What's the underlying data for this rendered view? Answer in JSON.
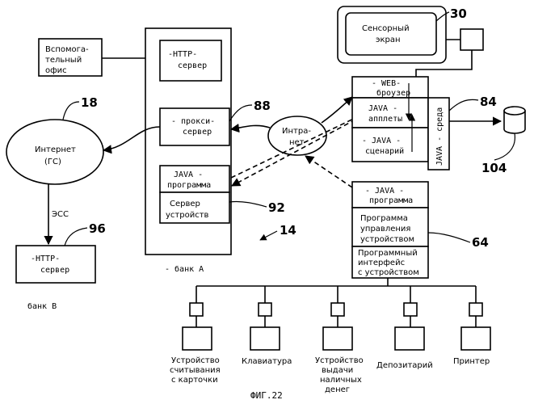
{
  "labels": {
    "aux_office": [
      "Вспомога-",
      "тельный",
      "офис"
    ],
    "http_server_a": [
      "-HTTP-",
      "сервер"
    ],
    "proxy_server": [
      "- прокси-",
      "сервер"
    ],
    "java_program_a": [
      "JAVA -",
      "программа"
    ],
    "device_server": [
      "Сервер",
      "устройств"
    ],
    "bank_a": "- банк А",
    "internet": [
      "Интернет",
      "(ГС)"
    ],
    "ecs": "ЭСС",
    "http_server_b": [
      "-HTTP-",
      "сервер"
    ],
    "bank_b": "банк В",
    "intranet": [
      "Интра-",
      "нет"
    ],
    "touchscreen": [
      "Сенсорный",
      "экран"
    ],
    "web_browser": [
      "- WEB-",
      "броузер"
    ],
    "java_applets": [
      "JAVA -",
      "апплеты"
    ],
    "java_script": [
      "- JAVA -",
      "сценарий"
    ],
    "java_env": "JAVA - среда",
    "java_program_b": [
      "- JAVA -",
      "программа"
    ],
    "device_control": [
      "Программа",
      "управления",
      "устройством"
    ],
    "device_interface": [
      "Программный",
      "интерфейс",
      "с устройством"
    ],
    "card_reader": [
      "Устройство",
      "считывания",
      "с карточки"
    ],
    "keyboard": "Клавиатура",
    "cash_dispenser": [
      "Устройство",
      "выдачи",
      "наличных",
      "денег"
    ],
    "depository": "Депозитарий",
    "printer": "Принтер",
    "figure_caption": "ФИГ.22"
  },
  "reference_numerals": {
    "n30": "30",
    "n18": "18",
    "n88": "88",
    "n84": "84",
    "n104": "104",
    "n92": "92",
    "n96": "96",
    "n14": "14",
    "n64": "64"
  }
}
